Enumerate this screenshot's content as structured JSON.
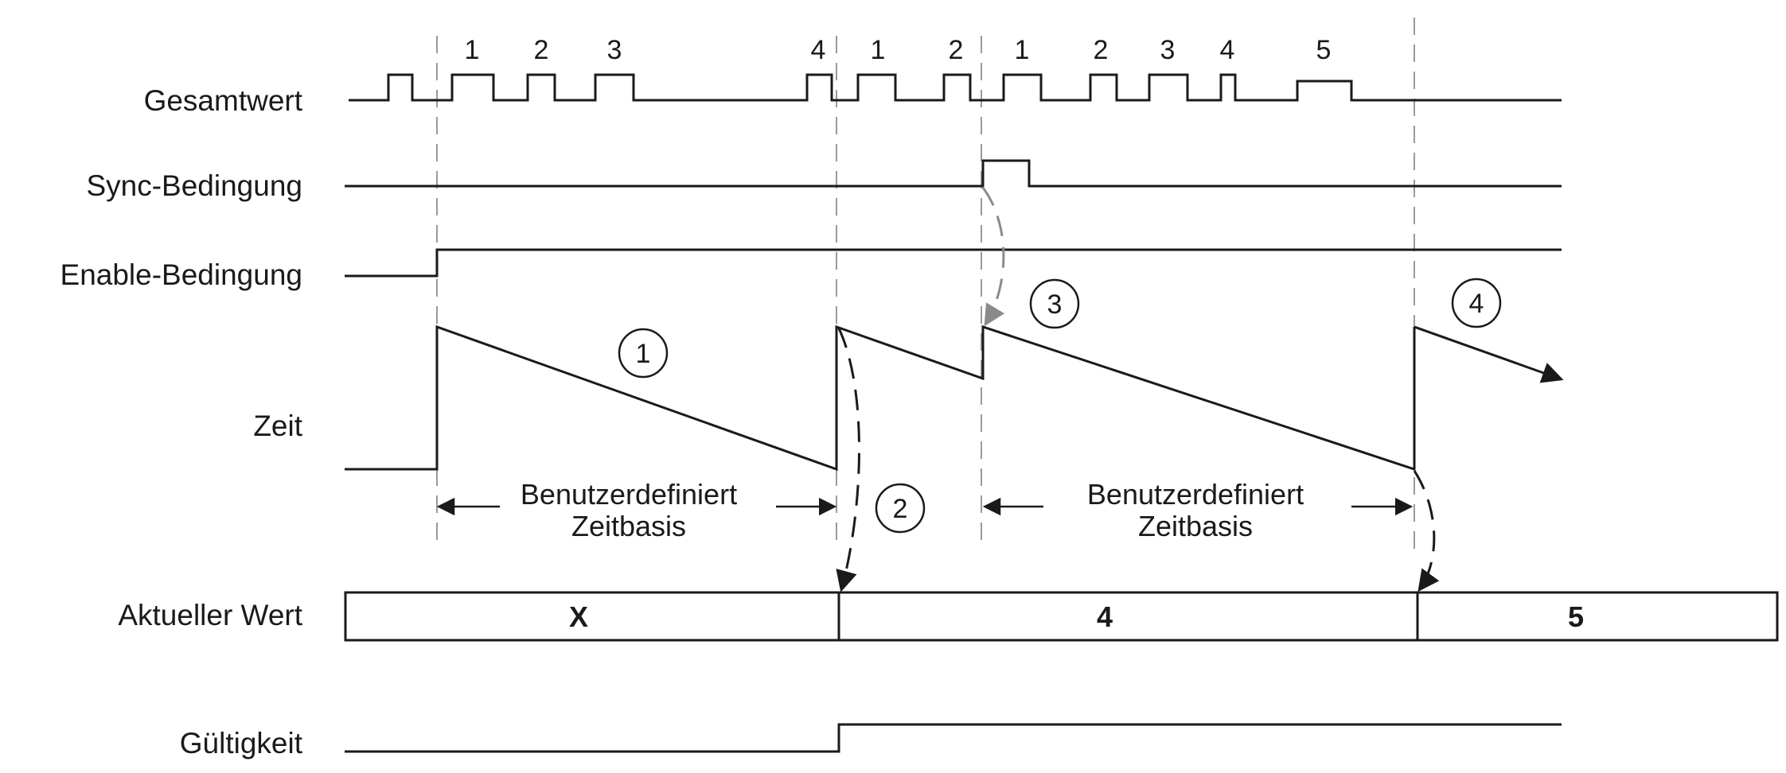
{
  "labels": {
    "gesamtwert": "Gesamtwert",
    "sync": "Sync-Bedingung",
    "enable": "Enable-Bedingung",
    "zeit": "Zeit",
    "aktueller_wert": "Aktueller Wert",
    "gueltigkeit": "Gültigkeit"
  },
  "pulse_numbers": [
    "1",
    "2",
    "3",
    "4",
    "1",
    "2",
    "1",
    "2",
    "3",
    "4",
    "5"
  ],
  "markers": [
    "1",
    "2",
    "3",
    "4"
  ],
  "spans": [
    {
      "line1": "Benutzerdefiniert",
      "line2": "Zeitbasis"
    },
    {
      "line1": "Benutzerdefiniert",
      "line2": "Zeitbasis"
    }
  ],
  "values": [
    "X",
    "4",
    "5"
  ],
  "colors": {
    "line": "#1a1a1a",
    "dashed_guide": "#9a9a9a",
    "sync_arrow": "#8a8a8a"
  }
}
